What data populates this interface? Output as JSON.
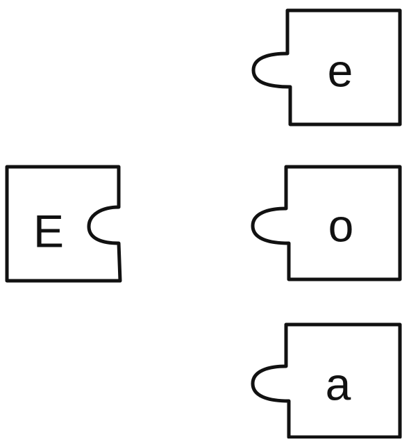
{
  "puzzle": {
    "left_piece": {
      "letter": "E"
    },
    "right_pieces": [
      {
        "letter": "e"
      },
      {
        "letter": "o"
      },
      {
        "letter": "a"
      }
    ]
  },
  "colors": {
    "outline": "#111111",
    "background": "#ffffff"
  }
}
